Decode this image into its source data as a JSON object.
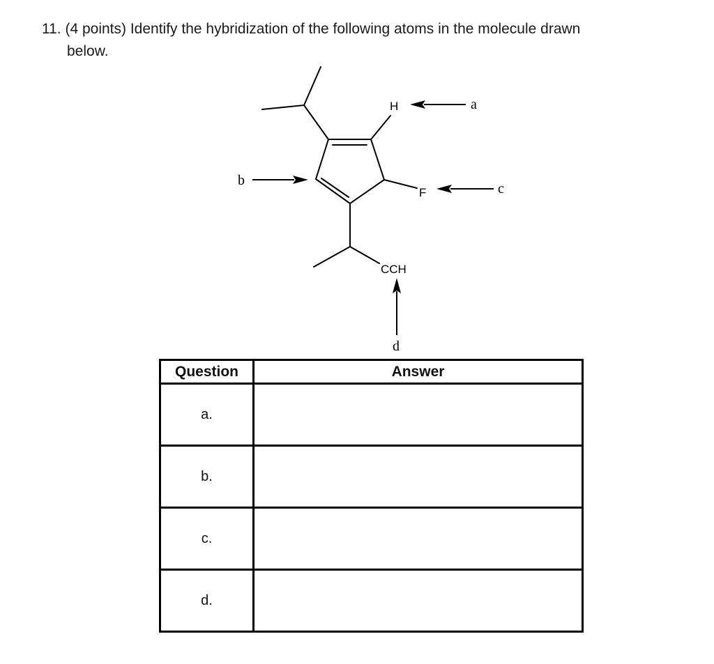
{
  "question": {
    "number": "11.",
    "line1": "11. (4 points) Identify the hybridization of the following atoms in the molecule drawn",
    "line2": "below."
  },
  "molecule": {
    "atom_labels": {
      "H": "H",
      "F": "F",
      "CCH": "CCH"
    },
    "arrow_labels": {
      "a": "a",
      "b": "b",
      "c": "c",
      "d": "d"
    }
  },
  "table": {
    "headers": [
      "Question",
      "Answer"
    ],
    "rows": [
      {
        "question": "a.",
        "answer": ""
      },
      {
        "question": "b.",
        "answer": ""
      },
      {
        "question": "c.",
        "answer": ""
      },
      {
        "question": "d.",
        "answer": ""
      }
    ]
  }
}
